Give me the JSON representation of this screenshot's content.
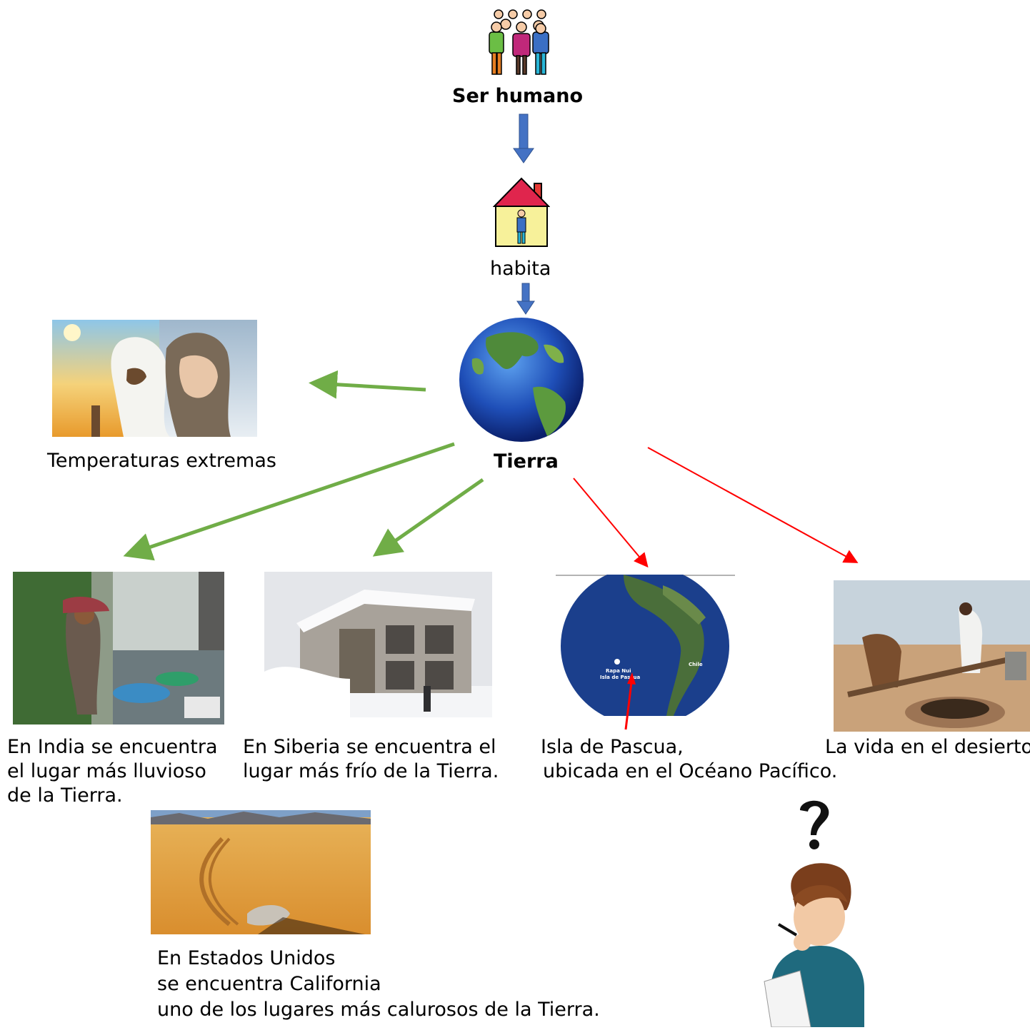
{
  "nodes": {
    "ser_humano": "Ser humano",
    "habita": "habita",
    "tierra": "Tierra",
    "temperaturas": "Temperaturas extremas"
  },
  "captions": {
    "india": [
      "En India se encuentra",
      "el lugar más lluvioso",
      "de la Tierra."
    ],
    "siberia": [
      "En Siberia se encuentra el",
      "lugar más frío de la Tierra."
    ],
    "pascua": [
      "Isla de Pascua,",
      "ubicada en el Océano Pacífico."
    ],
    "desierto": [
      "La vida en el desierto."
    ],
    "california": [
      "En Estados Unidos",
      "se encuentra California",
      "uno de los lugares más calurosos de la Tierra."
    ]
  },
  "map_labels": {
    "island": "Rapa Nui",
    "island_sub": "Isla de Pascua",
    "country": "Chile"
  },
  "icons": {
    "people": "people-group-icon",
    "house": "house-icon",
    "globe": "earth-globe-icon",
    "thinker": "thinking-person-icon"
  },
  "colors": {
    "blue_arrow": "#4472C4",
    "green_arrow": "#70AD47",
    "red_arrow": "#FF0000"
  }
}
